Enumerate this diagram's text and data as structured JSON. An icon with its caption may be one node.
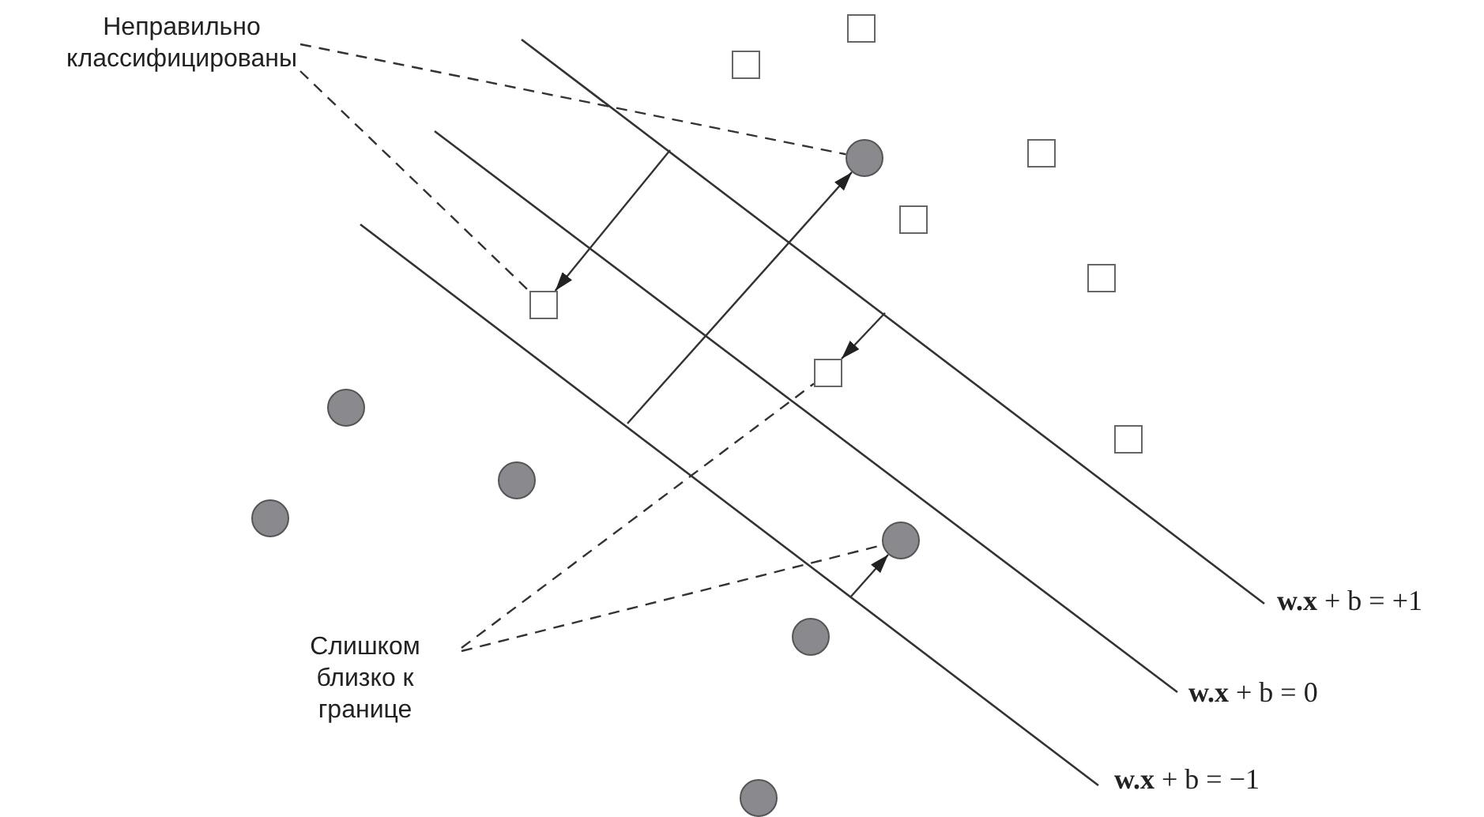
{
  "diagram": {
    "nodes": [
      {
        "text": [
          "Неправильно классифицированы"
        ]
      },
      {
        "text": [
          "Слишком близко к границе"
        ]
      },
      {
        "text": [],
        "shape": "box"
      },
      {
        "text": [],
        "shape": "box"
      },
      {
        "text": [],
        "shape": "box"
      },
      {
        "text": [],
        "shape": "circle"
      },
      {
        "text": [],
        "shape": "box"
      },
      {
        "text": [],
        "shape": "box"
      },
      {
        "text": [],
        "shape": "box"
      },
      {
        "text": [],
        "shape": "box"
      },
      {
        "text": [],
        "shape": "circle"
      },
      {
        "text": [],
        "shape": "box"
      },
      {
        "text": [],
        "shape": "circle"
      },
      {
        "text": [],
        "shape": "circle"
      },
      {
        "text": [],
        "shape": "circle"
      },
      {
        "text": [],
        "shape": "circle"
      },
      {
        "text": [],
        "shape": "circle"
      }
    ],
    "edges": [
      {
        "from": 0,
        "to": 5,
        "arrow": "none",
        "style": "dashed"
      },
      {
        "from": 0,
        "to": 8,
        "arrow": "none",
        "style": "dashed"
      },
      {
        "from": 1,
        "to": 9,
        "arrow": "none",
        "style": "dashed"
      },
      {
        "from": 1,
        "to": 14,
        "arrow": "none",
        "style": "dashed"
      },
      {
        "from": null,
        "to": 8,
        "arrow": "to"
      },
      {
        "from": null,
        "to": 5,
        "arrow": "to"
      },
      {
        "from": null,
        "to": 9,
        "arrow": "to"
      },
      {
        "from": null,
        "to": 14,
        "arrow": "to"
      }
    ],
    "labels": [
      "**w.x** + b = +1",
      "**w.x** + b = 0",
      "**w.x**  + b = −1"
    ]
  }
}
